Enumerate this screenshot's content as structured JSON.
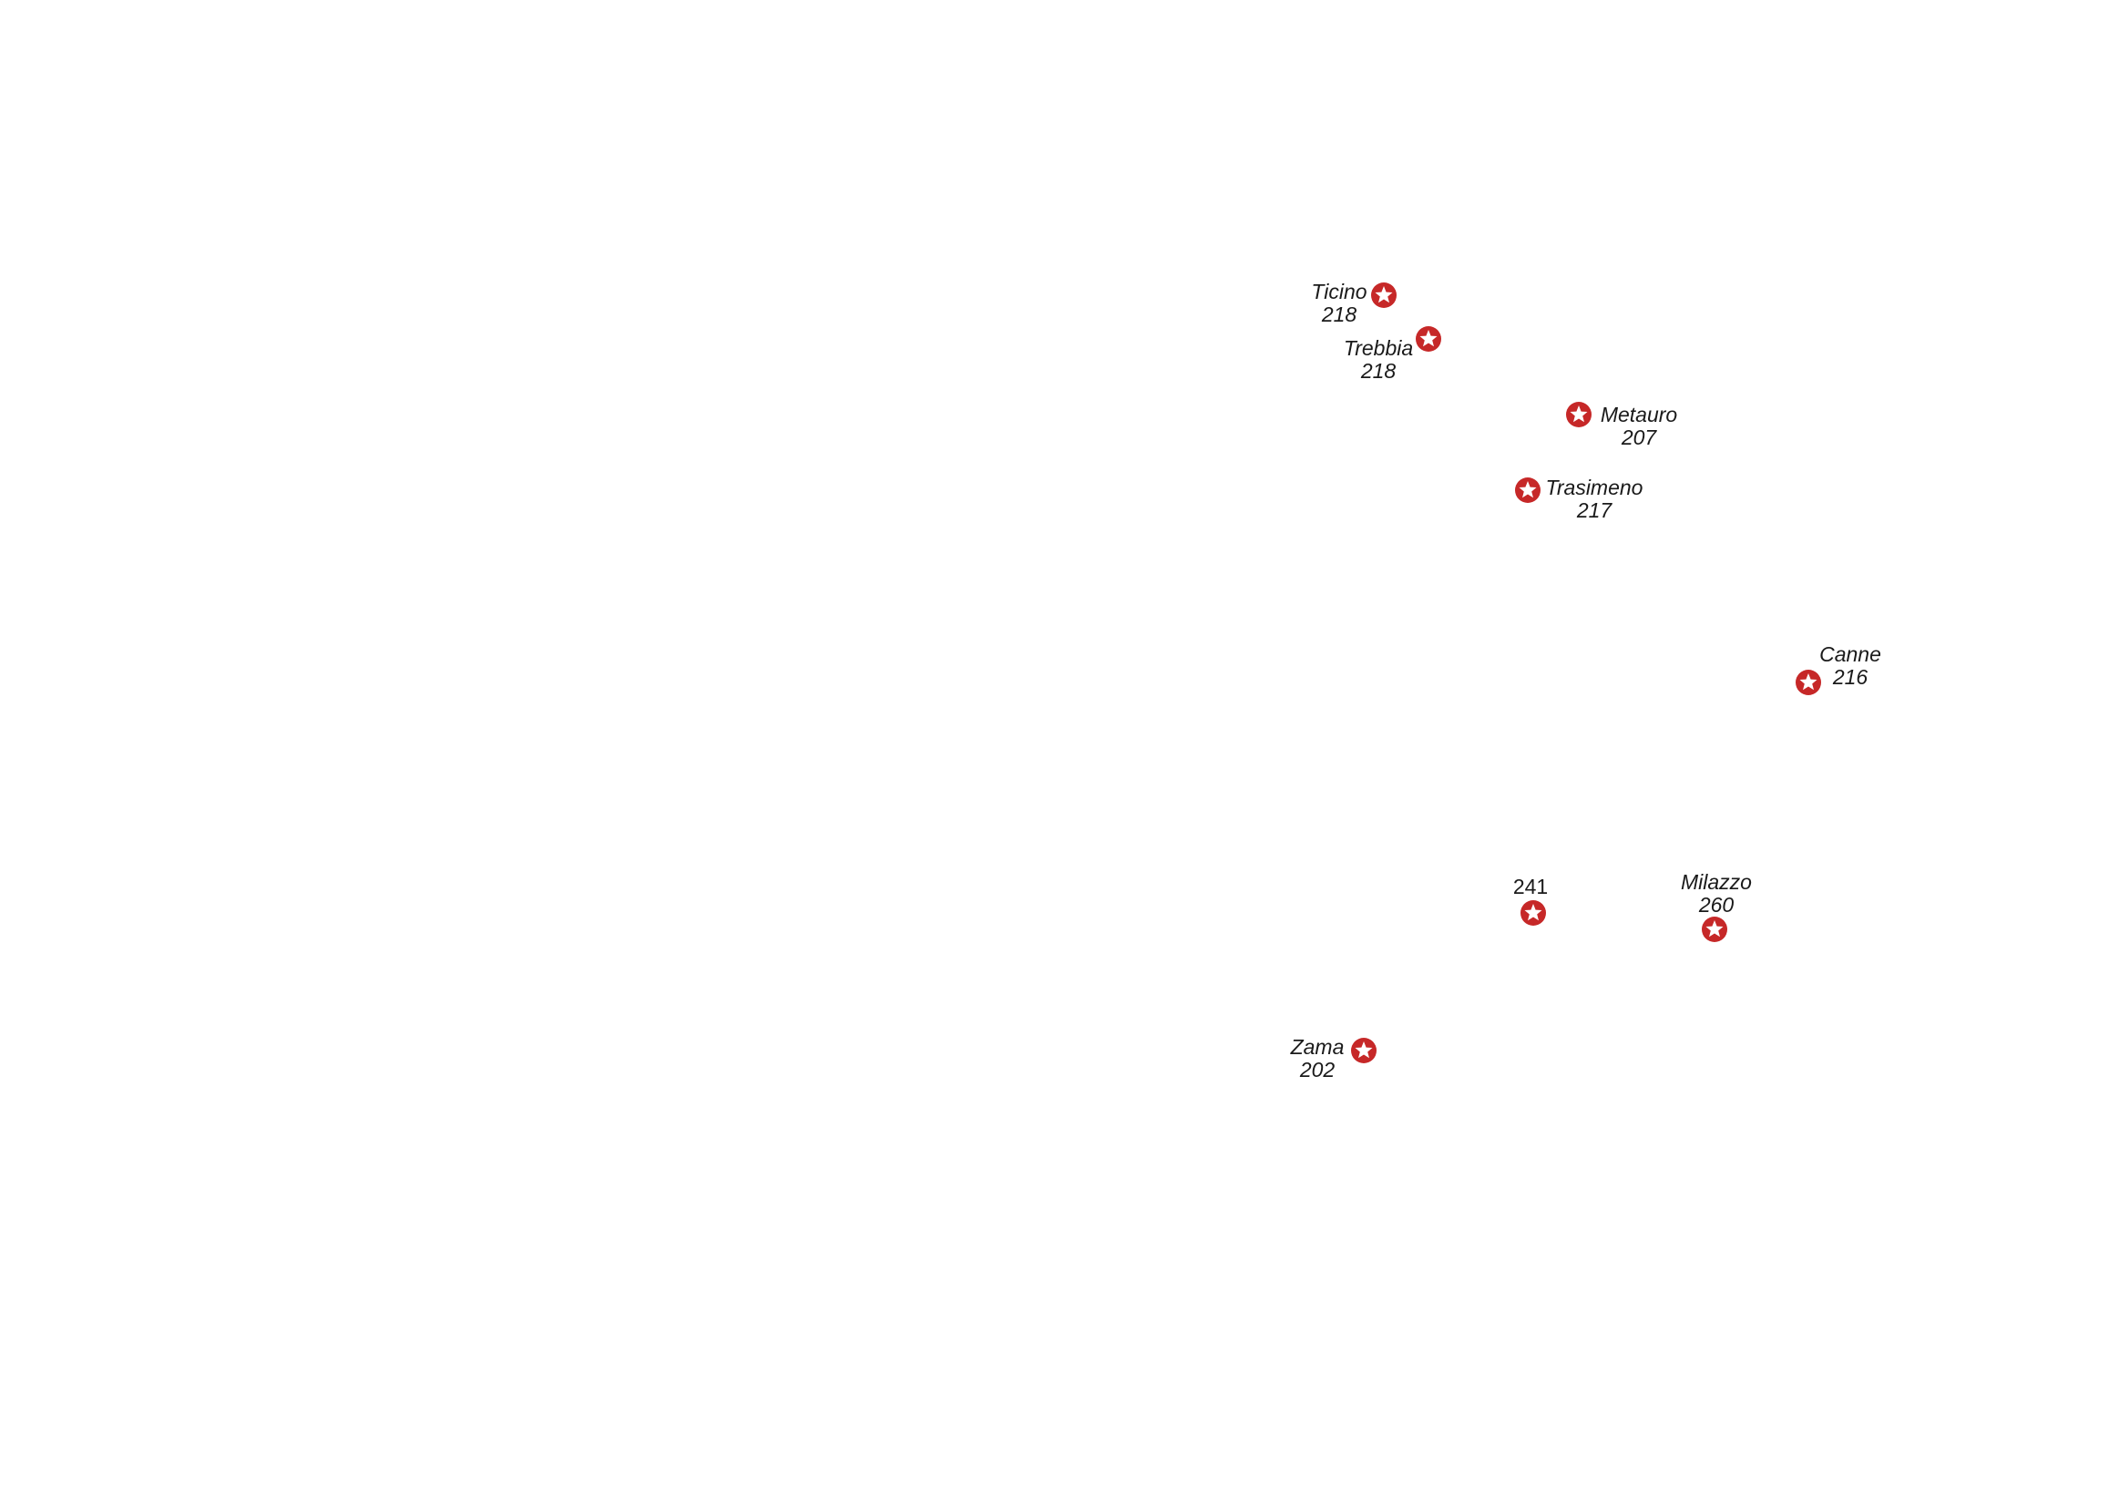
{
  "map": {
    "marker_icon": "battle-star-icon",
    "marker_color": "#c62828",
    "marker_star_color": "#ffffff",
    "label_color": "#1a1a1a",
    "battles": [
      {
        "id": "ticino",
        "name": "Ticino",
        "year": "218"
      },
      {
        "id": "trebbia",
        "name": "Trebbia",
        "year": "218"
      },
      {
        "id": "metauro",
        "name": "Metauro",
        "year": "207"
      },
      {
        "id": "trasimeno",
        "name": "Trasimeno",
        "year": "217"
      },
      {
        "id": "canne",
        "name": "Canne",
        "year": "216"
      },
      {
        "id": "egadi",
        "name": "",
        "year": "241"
      },
      {
        "id": "milazzo",
        "name": "Milazzo",
        "year": "260"
      },
      {
        "id": "zama",
        "name": "Zama",
        "year": "202"
      }
    ]
  }
}
